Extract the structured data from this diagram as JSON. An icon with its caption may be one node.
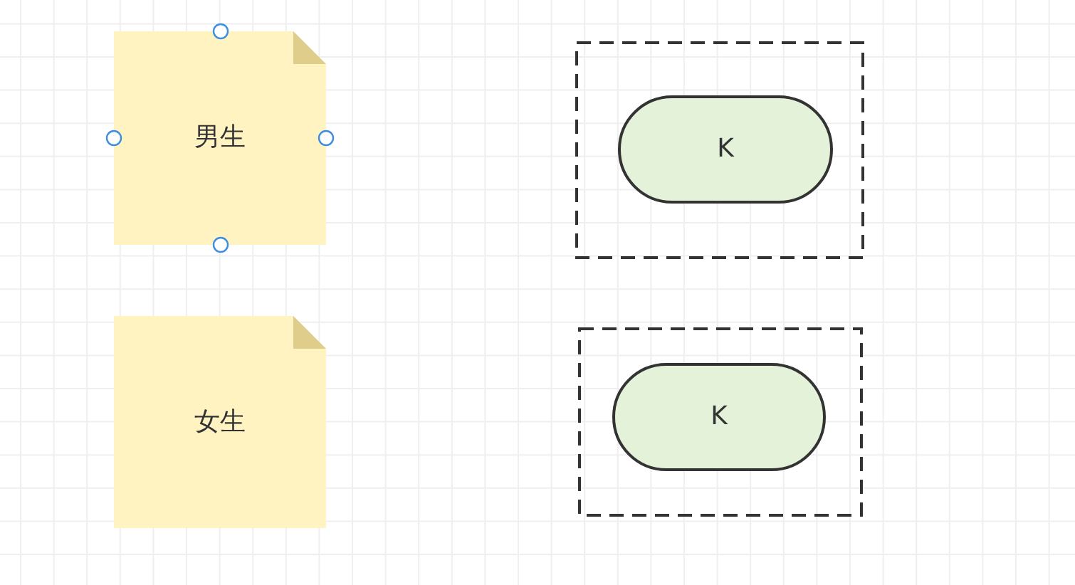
{
  "diagram": {
    "nodes": [
      {
        "text": [
          "男生"
        ]
      },
      {
        "text": [],
        "shape": "box"
      },
      {
        "text": [
          "K"
        ],
        "in": 1
      },
      {
        "text": [
          "女生"
        ]
      },
      {
        "text": [],
        "shape": "box"
      },
      {
        "text": [
          "K"
        ],
        "in": 4
      }
    ]
  }
}
